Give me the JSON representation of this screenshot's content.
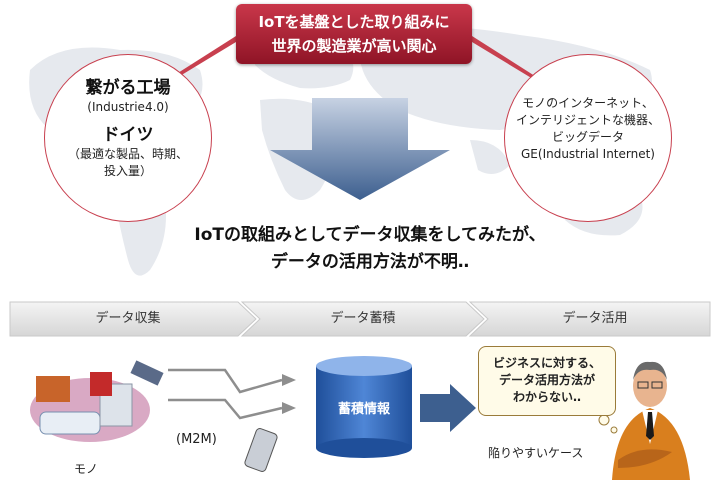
{
  "banner": {
    "line1": "IoTを基盤とした取り組みに",
    "line2": "世界の製造業が高い関心"
  },
  "left_circle": {
    "title": "繋がる工場",
    "subtitle": "(Industrie4.0)",
    "country": "ドイツ",
    "note1": "（最適な製品、時期、",
    "note2": "投入量）"
  },
  "right_circle": {
    "line1": "モノのインターネット、",
    "line2": "インテリジェントな機器、",
    "line3": "ビッグデータ",
    "line4": "GE(Industrial Internet)"
  },
  "headline": {
    "line1": "IoTの取組みとしてデータ収集をしてみたが、",
    "line2": "データの活用方法が不明‥"
  },
  "steps": [
    "データ収集",
    "データ蓄積",
    "データ活用"
  ],
  "bubble": {
    "line1": "ビジネスに対する、",
    "line2": "データ活用方法が",
    "line3": "わからない‥"
  },
  "labels": {
    "mono": "モノ",
    "m2m": "(M2M)",
    "storage": "蓄積情報",
    "case": "陥りやすいケース"
  },
  "colors": {
    "accent_red": "#c8404f",
    "banner": "#a81e32",
    "arrow_blue": "#3d5f8f",
    "step_gray": "#e3e3e3"
  }
}
